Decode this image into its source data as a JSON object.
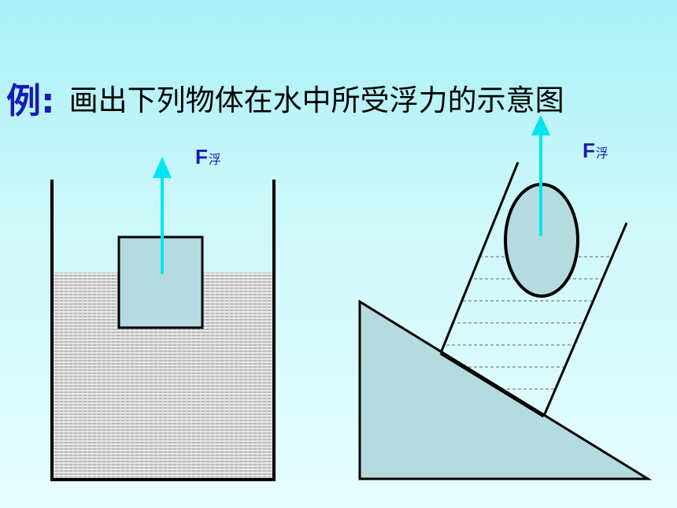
{
  "title": {
    "label": "例:",
    "text": "画出下列物体在水中所受浮力的示意图"
  },
  "diagrams": [
    {
      "name": "cube-in-beaker",
      "force_symbol": "F",
      "force_subscript": "浮"
    },
    {
      "name": "ball-in-tilted-tube",
      "force_symbol": "F",
      "force_subscript": "浮"
    }
  ],
  "colors": {
    "title_label": "#1a1ab4",
    "arrow": "#00e5f0",
    "object_fill": "#b4dce0",
    "line": "#000000",
    "water_hatch": "#9a9a9a"
  }
}
